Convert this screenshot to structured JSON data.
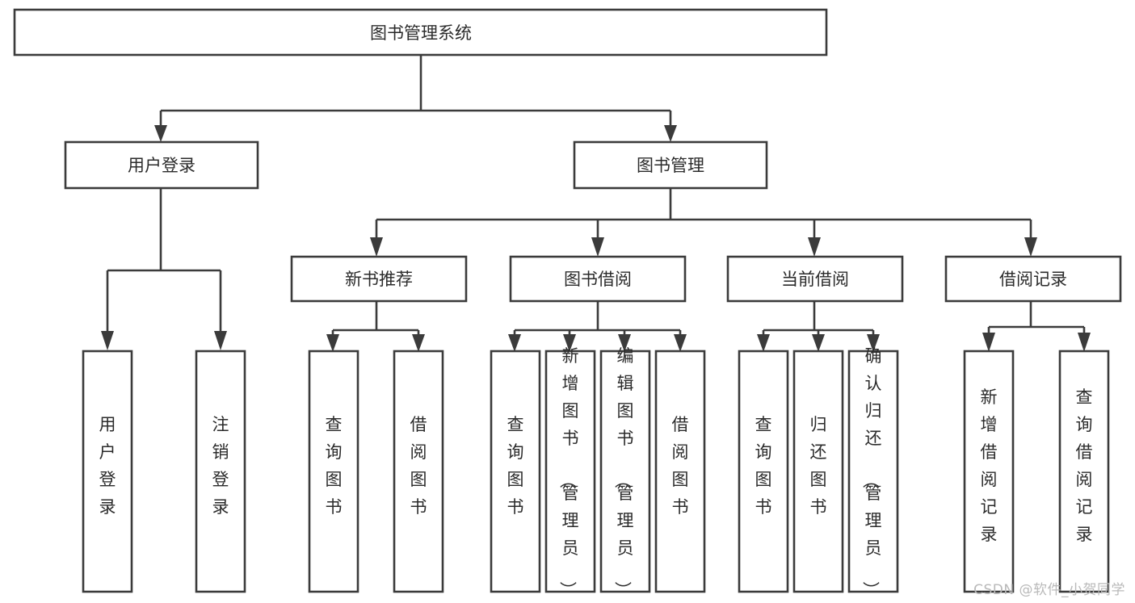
{
  "diagram": {
    "type": "tree-hierarchy",
    "title": "图书管理系统",
    "orientation": "top-down",
    "colors": {
      "box_stroke": "#3b3b3b",
      "box_fill": "#ffffff",
      "text": "#2b2b2b",
      "line": "#3b3b3b",
      "watermark": "#b9b9b9",
      "background": "#ffffff"
    },
    "levels": [
      {
        "level": 1,
        "nodes": [
          {
            "id": "root",
            "label": "图书管理系统"
          }
        ]
      },
      {
        "level": 2,
        "nodes": [
          {
            "id": "login",
            "label": "用户登录",
            "parent": "root"
          },
          {
            "id": "bookmgmt",
            "label": "图书管理",
            "parent": "root"
          }
        ]
      },
      {
        "level": 3,
        "nodes": [
          {
            "id": "newbook",
            "label": "新书推荐",
            "parent": "bookmgmt"
          },
          {
            "id": "borrow",
            "label": "图书借阅",
            "parent": "bookmgmt"
          },
          {
            "id": "current",
            "label": "当前借阅",
            "parent": "bookmgmt"
          },
          {
            "id": "records",
            "label": "借阅记录",
            "parent": "bookmgmt"
          }
        ]
      },
      {
        "level": 4,
        "nodes": [
          {
            "id": "leaf-user-login",
            "label": "用户登录",
            "parent": "login"
          },
          {
            "id": "leaf-user-logout",
            "label": "注销登录",
            "parent": "login"
          },
          {
            "id": "leaf-query-book-1",
            "label": "查询图书",
            "parent": "newbook"
          },
          {
            "id": "leaf-borrow-book-1",
            "label": "借阅图书",
            "parent": "newbook"
          },
          {
            "id": "leaf-query-book-2",
            "label": "查询图书",
            "parent": "borrow"
          },
          {
            "id": "leaf-add-book",
            "label": "新增图书（管理员）",
            "parent": "borrow"
          },
          {
            "id": "leaf-edit-book",
            "label": "编辑图书（管理员）",
            "parent": "borrow"
          },
          {
            "id": "leaf-borrow-book-2",
            "label": "借阅图书",
            "parent": "borrow"
          },
          {
            "id": "leaf-query-book-3",
            "label": "查询图书",
            "parent": "current"
          },
          {
            "id": "leaf-return-book",
            "label": "归还图书",
            "parent": "current"
          },
          {
            "id": "leaf-confirm-return",
            "label": "确认归还（管理员）",
            "parent": "current"
          },
          {
            "id": "leaf-add-record",
            "label": "新增借阅记录",
            "parent": "records"
          },
          {
            "id": "leaf-query-record",
            "label": "查询借阅记录",
            "parent": "records"
          }
        ]
      }
    ]
  },
  "watermark": {
    "label": "CSDN @软件_小贺同学"
  }
}
